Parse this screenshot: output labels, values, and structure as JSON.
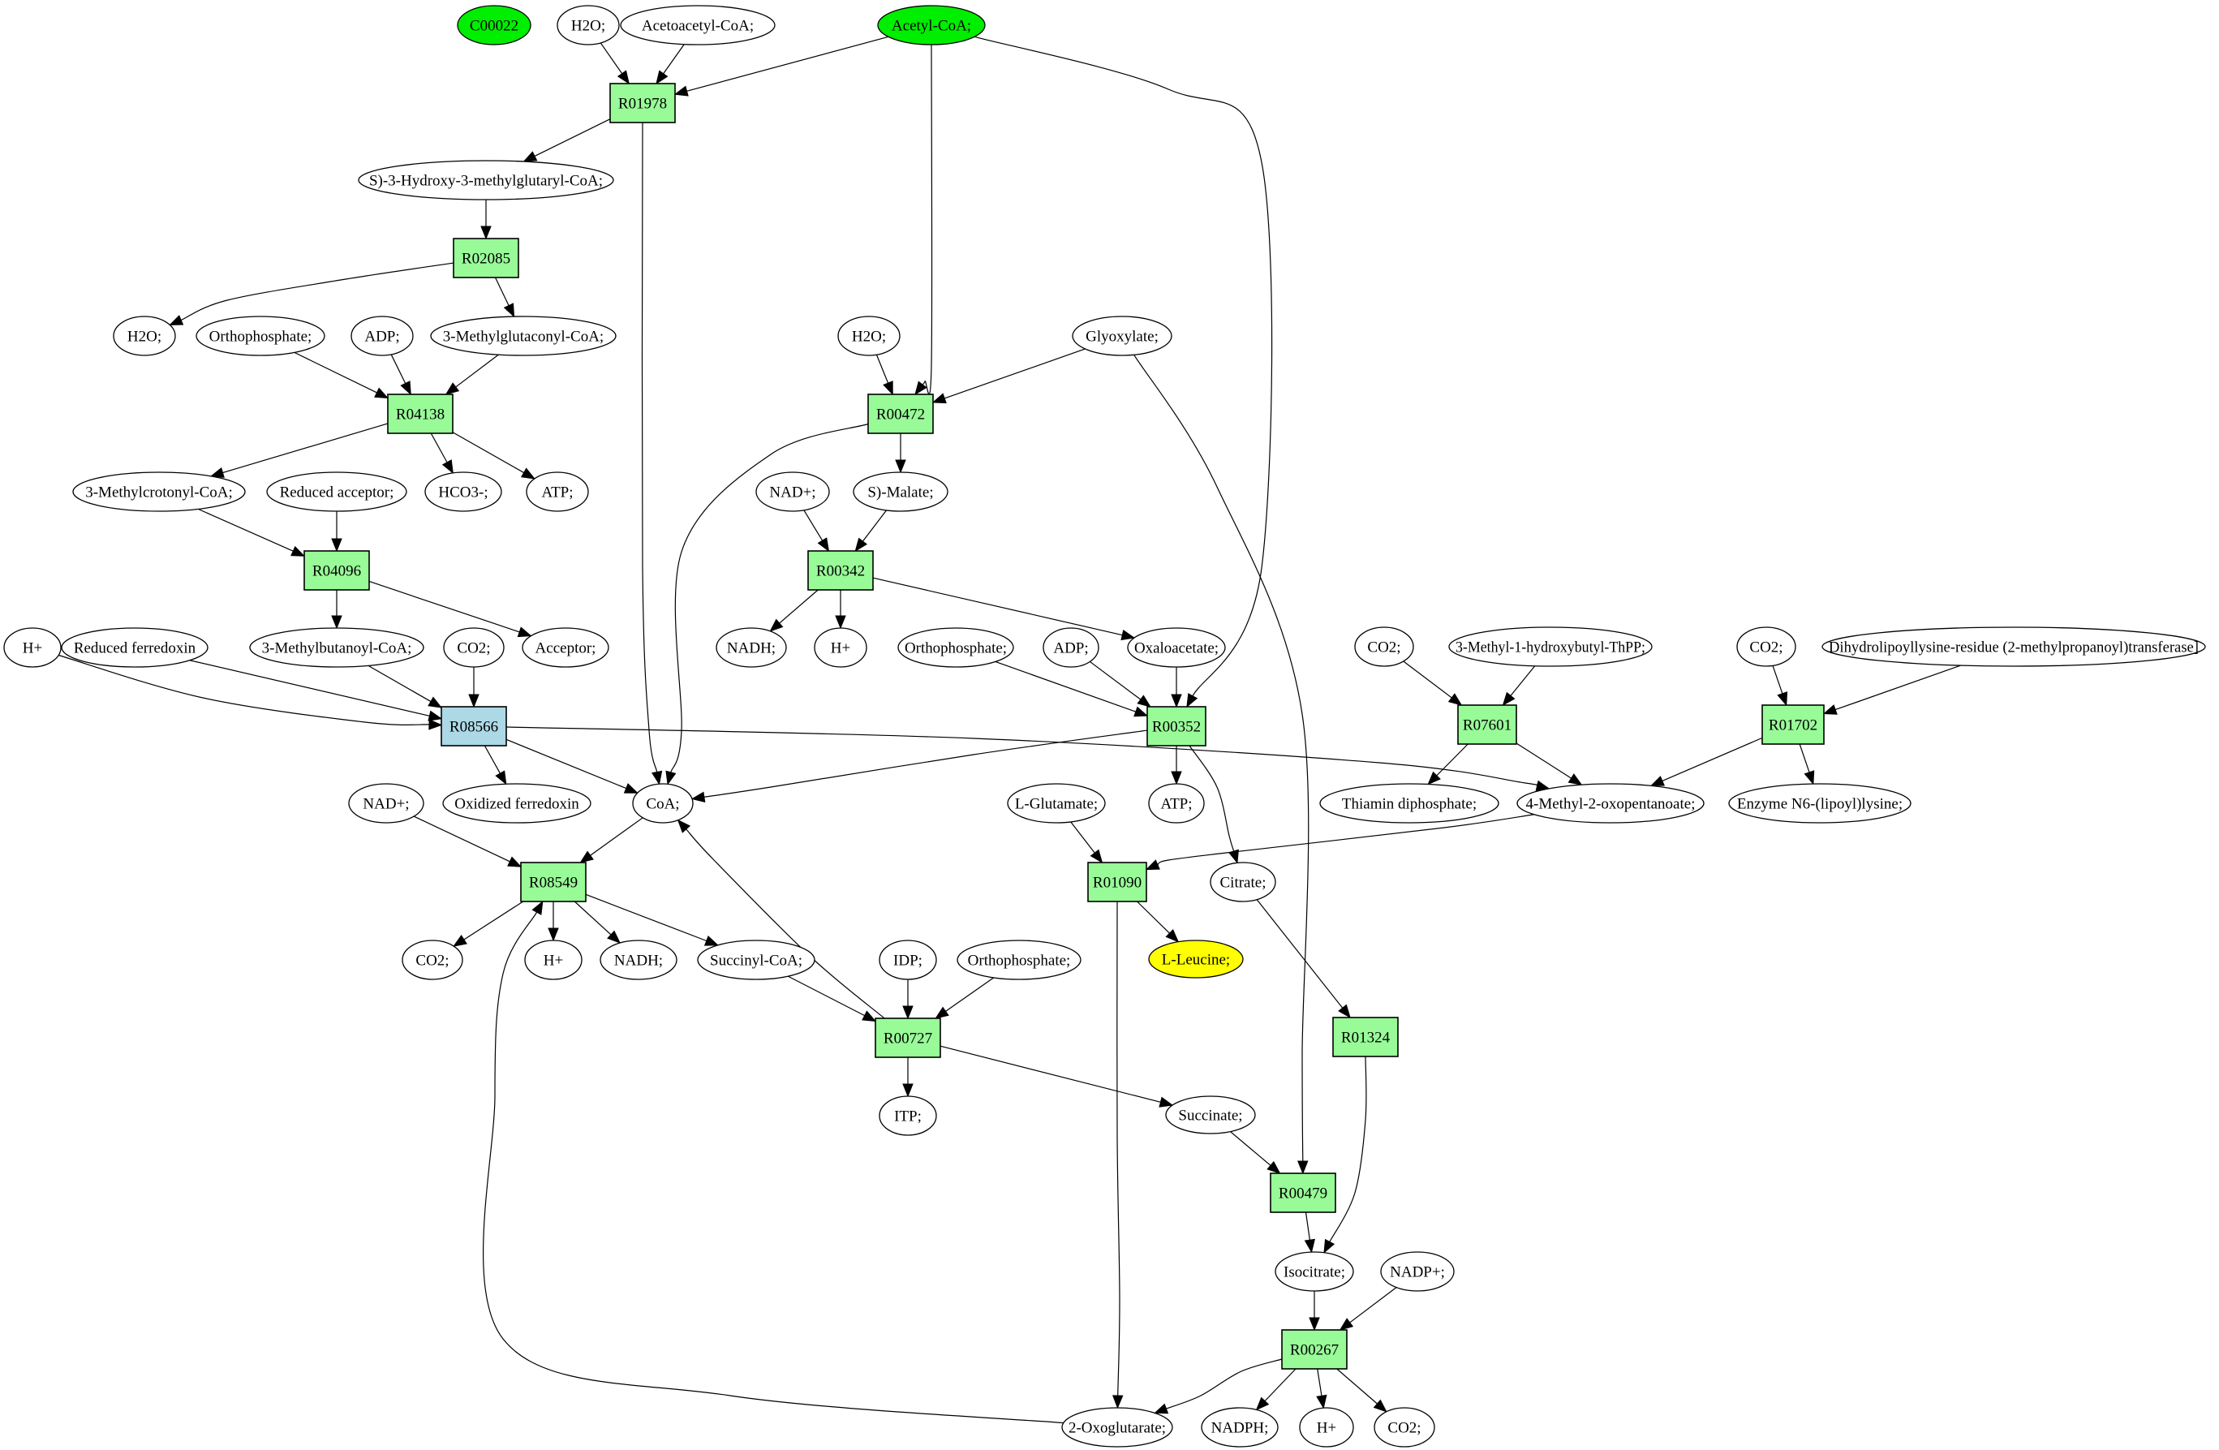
{
  "title": "Leucine biosynthesis / TCA metabolic network graph",
  "colors": {
    "compound_default": "#ffffff",
    "compound_source": "#00ee00",
    "compound_target": "#ffff00",
    "reaction": "#98fb98",
    "reaction_highlight": "#add8e6",
    "stroke": "#000000"
  },
  "nodes": [
    {
      "id": "c_C00022",
      "label": "C00022",
      "kind": "compound",
      "role": "source"
    },
    {
      "id": "c_h2o_1",
      "label": "H2O;",
      "kind": "compound"
    },
    {
      "id": "c_acetoacetylcoa",
      "label": "Acetoacetyl-CoA;",
      "kind": "compound"
    },
    {
      "id": "c_acetylcoa",
      "label": "Acetyl-CoA;",
      "kind": "compound",
      "role": "source"
    },
    {
      "id": "r_R01978",
      "label": "R01978",
      "kind": "reaction"
    },
    {
      "id": "c_hmgcoa",
      "label": "S)-3-Hydroxy-3-methylglutaryl-CoA;",
      "kind": "compound"
    },
    {
      "id": "r_R02085",
      "label": "R02085",
      "kind": "reaction"
    },
    {
      "id": "c_h2o_2",
      "label": "H2O;",
      "kind": "compound"
    },
    {
      "id": "c_pi_1",
      "label": "Orthophosphate;",
      "kind": "compound"
    },
    {
      "id": "c_adp_1",
      "label": "ADP;",
      "kind": "compound"
    },
    {
      "id": "c_mglutaconylcoa",
      "label": "3-Methylglutaconyl-CoA;",
      "kind": "compound"
    },
    {
      "id": "c_h2o_3",
      "label": "H2O;",
      "kind": "compound"
    },
    {
      "id": "c_glyoxylate",
      "label": "Glyoxylate;",
      "kind": "compound"
    },
    {
      "id": "r_R04138",
      "label": "R04138",
      "kind": "reaction"
    },
    {
      "id": "r_R00472",
      "label": "R00472",
      "kind": "reaction"
    },
    {
      "id": "c_mcrotonylcoa",
      "label": "3-Methylcrotonyl-CoA;",
      "kind": "compound"
    },
    {
      "id": "c_redacceptor",
      "label": "Reduced acceptor;",
      "kind": "compound"
    },
    {
      "id": "c_hco3",
      "label": "HCO3-;",
      "kind": "compound"
    },
    {
      "id": "c_atp_1",
      "label": "ATP;",
      "kind": "compound"
    },
    {
      "id": "c_nad_1",
      "label": "NAD+;",
      "kind": "compound"
    },
    {
      "id": "c_malate",
      "label": "S)-Malate;",
      "kind": "compound"
    },
    {
      "id": "r_R04096",
      "label": "R04096",
      "kind": "reaction"
    },
    {
      "id": "r_R00342",
      "label": "R00342",
      "kind": "reaction"
    },
    {
      "id": "c_hplus_1",
      "label": "H+",
      "kind": "compound"
    },
    {
      "id": "c_redferredoxin",
      "label": "Reduced ferredoxin",
      "kind": "compound"
    },
    {
      "id": "c_mbutanoylcoa",
      "label": "3-Methylbutanoyl-CoA;",
      "kind": "compound"
    },
    {
      "id": "c_co2_1",
      "label": "CO2;",
      "kind": "compound"
    },
    {
      "id": "c_acceptor",
      "label": "Acceptor;",
      "kind": "compound"
    },
    {
      "id": "c_nadh_1",
      "label": "NADH;",
      "kind": "compound"
    },
    {
      "id": "c_hplus_2",
      "label": "H+",
      "kind": "compound"
    },
    {
      "id": "c_pi_2",
      "label": "Orthophosphate;",
      "kind": "compound"
    },
    {
      "id": "c_adp_2",
      "label": "ADP;",
      "kind": "compound"
    },
    {
      "id": "c_oxaloacetate",
      "label": "Oxaloacetate;",
      "kind": "compound"
    },
    {
      "id": "c_co2_2",
      "label": "CO2;",
      "kind": "compound"
    },
    {
      "id": "c_mhbthpp",
      "label": "3-Methyl-1-hydroxybutyl-ThPP;",
      "kind": "compound"
    },
    {
      "id": "c_co2_3",
      "label": "CO2;",
      "kind": "compound"
    },
    {
      "id": "c_dihydrolipoyl",
      "label": "Dihydrolipoyllysine-residue (2-methylpropanoyl)transferase]",
      "kind": "compound"
    },
    {
      "id": "r_R08566",
      "label": "R08566",
      "kind": "reaction",
      "role": "highlight"
    },
    {
      "id": "r_R00352",
      "label": "R00352",
      "kind": "reaction"
    },
    {
      "id": "r_R07601",
      "label": "R07601",
      "kind": "reaction"
    },
    {
      "id": "r_R01702",
      "label": "R01702",
      "kind": "reaction"
    },
    {
      "id": "c_nad_2",
      "label": "NAD+;",
      "kind": "compound"
    },
    {
      "id": "c_oxferredoxin",
      "label": "Oxidized ferredoxin",
      "kind": "compound"
    },
    {
      "id": "c_coa",
      "label": "CoA;",
      "kind": "compound"
    },
    {
      "id": "c_atp_2",
      "label": "ATP;",
      "kind": "compound"
    },
    {
      "id": "c_glutamate",
      "label": "L-Glutamate;",
      "kind": "compound"
    },
    {
      "id": "c_thiamin",
      "label": "Thiamin diphosphate;",
      "kind": "compound"
    },
    {
      "id": "c_moxopentanoate",
      "label": "4-Methyl-2-oxopentanoate;",
      "kind": "compound"
    },
    {
      "id": "c_lipoyllysine",
      "label": "Enzyme N6-(lipoyl)lysine;",
      "kind": "compound"
    },
    {
      "id": "r_R08549",
      "label": "R08549",
      "kind": "reaction"
    },
    {
      "id": "r_R01090",
      "label": "R01090",
      "kind": "reaction"
    },
    {
      "id": "c_citrate",
      "label": "Citrate;",
      "kind": "compound"
    },
    {
      "id": "c_co2_4",
      "label": "CO2;",
      "kind": "compound"
    },
    {
      "id": "c_hplus_3",
      "label": "H+",
      "kind": "compound"
    },
    {
      "id": "c_nadh_2",
      "label": "NADH;",
      "kind": "compound"
    },
    {
      "id": "c_succinylcoa",
      "label": "Succinyl-CoA;",
      "kind": "compound"
    },
    {
      "id": "c_idp",
      "label": "IDP;",
      "kind": "compound"
    },
    {
      "id": "c_pi_3",
      "label": "Orthophosphate;",
      "kind": "compound"
    },
    {
      "id": "c_leucine",
      "label": "L-Leucine;",
      "kind": "compound",
      "role": "target"
    },
    {
      "id": "r_R00727",
      "label": "R00727",
      "kind": "reaction"
    },
    {
      "id": "r_R01324",
      "label": "R01324",
      "kind": "reaction"
    },
    {
      "id": "c_itp",
      "label": "ITP;",
      "kind": "compound"
    },
    {
      "id": "c_succinate",
      "label": "Succinate;",
      "kind": "compound"
    },
    {
      "id": "r_R00479",
      "label": "R00479",
      "kind": "reaction"
    },
    {
      "id": "c_isocitrate",
      "label": "Isocitrate;",
      "kind": "compound"
    },
    {
      "id": "c_nadp",
      "label": "NADP+;",
      "kind": "compound"
    },
    {
      "id": "r_R00267",
      "label": "R00267",
      "kind": "reaction"
    },
    {
      "id": "c_oxoglutarate",
      "label": "2-Oxoglutarate;",
      "kind": "compound"
    },
    {
      "id": "c_nadph",
      "label": "NADPH;",
      "kind": "compound"
    },
    {
      "id": "c_hplus_4",
      "label": "H+",
      "kind": "compound"
    },
    {
      "id": "c_co2_5",
      "label": "CO2;",
      "kind": "compound"
    }
  ],
  "edges": [
    {
      "from": "c_h2o_1",
      "to": "r_R01978"
    },
    {
      "from": "c_acetoacetylcoa",
      "to": "r_R01978"
    },
    {
      "from": "c_acetylcoa",
      "to": "r_R01978"
    },
    {
      "from": "c_acetylcoa",
      "to": "r_R00472"
    },
    {
      "from": "c_acetylcoa",
      "to": "r_R00352"
    },
    {
      "from": "r_R01978",
      "to": "c_hmgcoa"
    },
    {
      "from": "r_R01978",
      "to": "c_coa"
    },
    {
      "from": "c_hmgcoa",
      "to": "r_R02085"
    },
    {
      "from": "r_R02085",
      "to": "c_h2o_2"
    },
    {
      "from": "r_R02085",
      "to": "c_mglutaconylcoa"
    },
    {
      "from": "c_pi_1",
      "to": "r_R04138"
    },
    {
      "from": "c_adp_1",
      "to": "r_R04138"
    },
    {
      "from": "c_mglutaconylcoa",
      "to": "r_R04138"
    },
    {
      "from": "r_R04138",
      "to": "c_mcrotonylcoa"
    },
    {
      "from": "r_R04138",
      "to": "c_hco3"
    },
    {
      "from": "r_R04138",
      "to": "c_atp_1"
    },
    {
      "from": "c_h2o_3",
      "to": "r_R00472"
    },
    {
      "from": "c_glyoxylate",
      "to": "r_R00472"
    },
    {
      "from": "c_glyoxylate",
      "to": "r_R00479"
    },
    {
      "from": "r_R00472",
      "to": "c_malate"
    },
    {
      "from": "r_R00472",
      "to": "c_coa"
    },
    {
      "from": "c_mcrotonylcoa",
      "to": "r_R04096"
    },
    {
      "from": "c_redacceptor",
      "to": "r_R04096"
    },
    {
      "from": "r_R04096",
      "to": "c_mbutanoylcoa"
    },
    {
      "from": "r_R04096",
      "to": "c_acceptor"
    },
    {
      "from": "c_nad_1",
      "to": "r_R00342"
    },
    {
      "from": "c_malate",
      "to": "r_R00342"
    },
    {
      "from": "r_R00342",
      "to": "c_nadh_1"
    },
    {
      "from": "r_R00342",
      "to": "c_hplus_2"
    },
    {
      "from": "r_R00342",
      "to": "c_oxaloacetate"
    },
    {
      "from": "c_hplus_1",
      "to": "r_R08566"
    },
    {
      "from": "c_redferredoxin",
      "to": "r_R08566"
    },
    {
      "from": "c_mbutanoylcoa",
      "to": "r_R08566"
    },
    {
      "from": "c_co2_1",
      "to": "r_R08566"
    },
    {
      "from": "r_R08566",
      "to": "c_oxferredoxin"
    },
    {
      "from": "r_R08566",
      "to": "c_coa"
    },
    {
      "from": "r_R08566",
      "to": "c_moxopentanoate"
    },
    {
      "from": "c_pi_2",
      "to": "r_R00352"
    },
    {
      "from": "c_adp_2",
      "to": "r_R00352"
    },
    {
      "from": "c_oxaloacetate",
      "to": "r_R00352"
    },
    {
      "from": "r_R00352",
      "to": "c_coa"
    },
    {
      "from": "r_R00352",
      "to": "c_atp_2"
    },
    {
      "from": "r_R00352",
      "to": "c_citrate"
    },
    {
      "from": "c_co2_2",
      "to": "r_R07601"
    },
    {
      "from": "c_mhbthpp",
      "to": "r_R07601"
    },
    {
      "from": "r_R07601",
      "to": "c_thiamin"
    },
    {
      "from": "r_R07601",
      "to": "c_moxopentanoate"
    },
    {
      "from": "c_co2_3",
      "to": "r_R01702"
    },
    {
      "from": "c_dihydrolipoyl",
      "to": "r_R01702"
    },
    {
      "from": "r_R01702",
      "to": "c_moxopentanoate"
    },
    {
      "from": "r_R01702",
      "to": "c_lipoyllysine"
    },
    {
      "from": "c_moxopentanoate",
      "to": "r_R01090"
    },
    {
      "from": "c_glutamate",
      "to": "r_R01090"
    },
    {
      "from": "r_R01090",
      "to": "c_leucine"
    },
    {
      "from": "r_R01090",
      "to": "c_oxoglutarate"
    },
    {
      "from": "c_nad_2",
      "to": "r_R08549"
    },
    {
      "from": "c_coa",
      "to": "r_R08549"
    },
    {
      "from": "c_oxoglutarate",
      "to": "r_R08549"
    },
    {
      "from": "r_R08549",
      "to": "c_co2_4"
    },
    {
      "from": "r_R08549",
      "to": "c_hplus_3"
    },
    {
      "from": "r_R08549",
      "to": "c_nadh_2"
    },
    {
      "from": "r_R08549",
      "to": "c_succinylcoa"
    },
    {
      "from": "c_succinylcoa",
      "to": "r_R00727"
    },
    {
      "from": "c_idp",
      "to": "r_R00727"
    },
    {
      "from": "c_pi_3",
      "to": "r_R00727"
    },
    {
      "from": "r_R00727",
      "to": "c_coa"
    },
    {
      "from": "r_R00727",
      "to": "c_itp"
    },
    {
      "from": "r_R00727",
      "to": "c_succinate"
    },
    {
      "from": "c_citrate",
      "to": "r_R01324"
    },
    {
      "from": "r_R01324",
      "to": "c_isocitrate"
    },
    {
      "from": "c_succinate",
      "to": "r_R00479"
    },
    {
      "from": "r_R00479",
      "to": "c_isocitrate"
    },
    {
      "from": "c_isocitrate",
      "to": "r_R00267"
    },
    {
      "from": "c_nadp",
      "to": "r_R00267"
    },
    {
      "from": "r_R00267",
      "to": "c_oxoglutarate"
    },
    {
      "from": "r_R00267",
      "to": "c_nadph"
    },
    {
      "from": "r_R00267",
      "to": "c_hplus_4"
    },
    {
      "from": "r_R00267",
      "to": "c_co2_5"
    }
  ]
}
